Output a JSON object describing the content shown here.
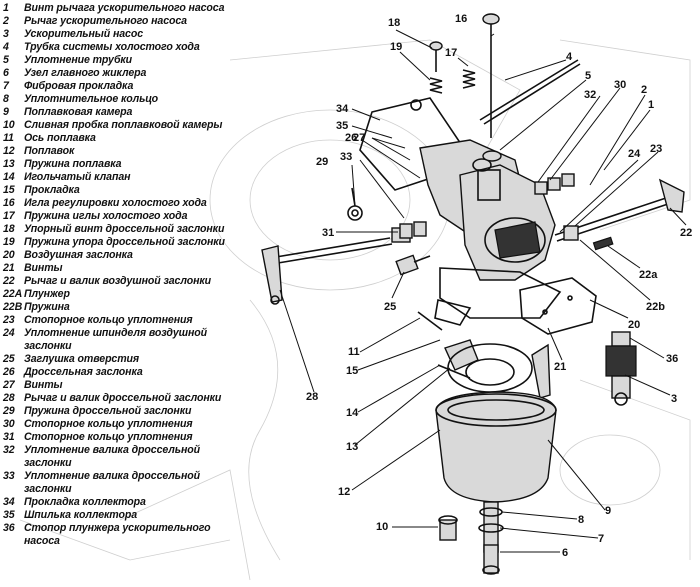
{
  "legend": [
    {
      "num": "1",
      "text": "Винт рычага ускорительного насоса"
    },
    {
      "num": "2",
      "text": "Рычаг ускорительного насоса"
    },
    {
      "num": "3",
      "text": "Ускорительный насос"
    },
    {
      "num": "4",
      "text": "Трубка системы холостого хода"
    },
    {
      "num": "5",
      "text": "Уплотнение трубки"
    },
    {
      "num": "6",
      "text": "Узел главного жиклера"
    },
    {
      "num": "7",
      "text": "Фибровая прокладка"
    },
    {
      "num": "8",
      "text": "Уплотнительное кольцо"
    },
    {
      "num": "9",
      "text": "Поплавковая камера"
    },
    {
      "num": "10",
      "text": "Сливная пробка поплавковой камеры"
    },
    {
      "num": "11",
      "text": "Ось поплавка"
    },
    {
      "num": "12",
      "text": "Поплавок"
    },
    {
      "num": "13",
      "text": "Пружина поплавка"
    },
    {
      "num": "14",
      "text": "Игольчатый клапан"
    },
    {
      "num": "15",
      "text": "Прокладка"
    },
    {
      "num": "16",
      "text": "Игла регулировки холостого хода"
    },
    {
      "num": "17",
      "text": "Пружина иглы холостого хода"
    },
    {
      "num": "18",
      "text": "Упорный винт дроссельной заслонки"
    },
    {
      "num": "19",
      "text": "Пружина упора дроссельной заслонки"
    },
    {
      "num": "20",
      "text": "Воздушная заслонка"
    },
    {
      "num": "21",
      "text": "Винты"
    },
    {
      "num": "22",
      "text": "Рычаг и валик воздушной заслонки"
    },
    {
      "num": "22A",
      "text": "Плунжер"
    },
    {
      "num": "22B",
      "text": "Пружина"
    },
    {
      "num": "23",
      "text": "Стопорное кольцо уплотнения"
    },
    {
      "num": "24",
      "text": "Уплотнение шпинделя воздушной заслонки"
    },
    {
      "num": "25",
      "text": "Заглушка отверстия"
    },
    {
      "num": "26",
      "text": "Дроссельная заслонка"
    },
    {
      "num": "27",
      "text": "Винты"
    },
    {
      "num": "28",
      "text": "Рычаг и валик дроссельной заслонки"
    },
    {
      "num": "29",
      "text": "Пружина дроссельной заслонки"
    },
    {
      "num": "30",
      "text": "Стопорное кольцо уплотнения"
    },
    {
      "num": "31",
      "text": "Стопорное кольцо уплотнения"
    },
    {
      "num": "32",
      "text": "Уплотнение валика дроссельной заслонки"
    },
    {
      "num": "33",
      "text": "Уплотнение валика дроссельной заслонки"
    },
    {
      "num": "34",
      "text": "Прокладка коллектора"
    },
    {
      "num": "35",
      "text": "Шпилька коллектора"
    },
    {
      "num": "36",
      "text": "Стопор плунжера ускорительного насоса"
    }
  ],
  "callouts": [
    "1",
    "2",
    "3",
    "4",
    "5",
    "6",
    "7",
    "8",
    "9",
    "10",
    "11",
    "12",
    "13",
    "14",
    "15",
    "16",
    "17",
    "18",
    "19",
    "20",
    "21",
    "22",
    "22a",
    "22b",
    "23",
    "24",
    "25",
    "26",
    "27",
    "28",
    "29",
    "30",
    "31",
    "32",
    "33",
    "34",
    "35",
    "36"
  ]
}
